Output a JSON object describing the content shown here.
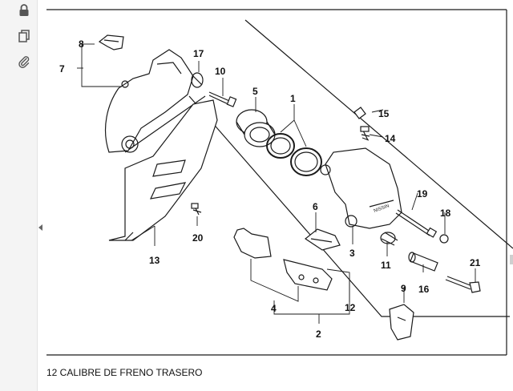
{
  "sidebar": {
    "icons": [
      "lock-icon",
      "copy-icon",
      "attachment-icon"
    ]
  },
  "diagram": {
    "part_labels": [
      "1",
      "2",
      "3",
      "4",
      "5",
      "6",
      "7",
      "8",
      "9",
      "10",
      "11",
      "12",
      "13",
      "14",
      "15",
      "16",
      "17",
      "18",
      "19",
      "20",
      "21"
    ],
    "caliper_stamp": "NISSIN"
  },
  "caption": {
    "text": "12 CALIBRE DE FRENO TRASERO"
  }
}
